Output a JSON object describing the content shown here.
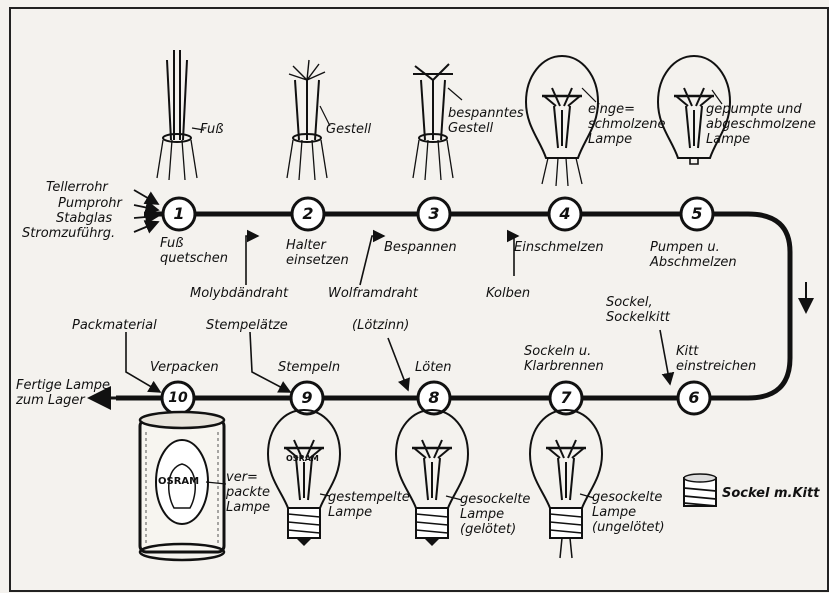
{
  "steps": {
    "s1": {
      "num": "1",
      "label": "Fuß\nquetschen"
    },
    "s2": {
      "num": "2",
      "label": "Halter\neinsetzen"
    },
    "s3": {
      "num": "3",
      "label": "Bespannen"
    },
    "s4": {
      "num": "4",
      "label": "Einschmelzen"
    },
    "s5": {
      "num": "5",
      "label": "Pumpen u.\nAbschmelzen"
    },
    "s6": {
      "num": "6",
      "label": "Kitt\neinstreichen"
    },
    "s7": {
      "num": "7",
      "label": "Sockeln u.\nKlarbrennen"
    },
    "s8": {
      "num": "8",
      "label": "Löten"
    },
    "s9": {
      "num": "9",
      "label": "Stempeln"
    },
    "s10": {
      "num": "10",
      "label": "Verpacken"
    }
  },
  "inputs": {
    "tellerrohr": "Tellerrohr",
    "pumprohr": "Pumprohr",
    "stabglas": "Stabglas",
    "stromzufuehrg": "Stromzuführg.",
    "molybdaendraht": "Molybdändraht",
    "wolframdraht": "Wolframdraht",
    "kolben": "Kolben",
    "sockel": "Sockel,\nSockelkitt",
    "loetzinn": "(Lötzinn)",
    "stempelaetze": "Stempelätze",
    "packmaterial": "Packmaterial",
    "output": "Fertige Lampe\nzum Lager"
  },
  "components": {
    "fuss": "Fuß",
    "gestell": "Gestell",
    "bespanntes": "bespanntes\nGestell",
    "eingeschmolzene": "einge=\nschmolzene\nLampe",
    "gepumpte": "gepumpte und\nabgeschmolzene\nLampe",
    "gestempelte": "gestempelte\nLampe",
    "gesockelte_geloetet": "gesockelte\nLampe\n(gelötet)",
    "gesockelte_ungeloetet": "gesockelte\nLampe\n(ungelötet)",
    "verpackte": "ver=\npackte\nLampe",
    "sockel_kitt": "Sockel m.Kitt"
  },
  "brand_text": "OSRAM",
  "colors": {
    "ink": "#111111",
    "paper": "#f4f2ee"
  }
}
